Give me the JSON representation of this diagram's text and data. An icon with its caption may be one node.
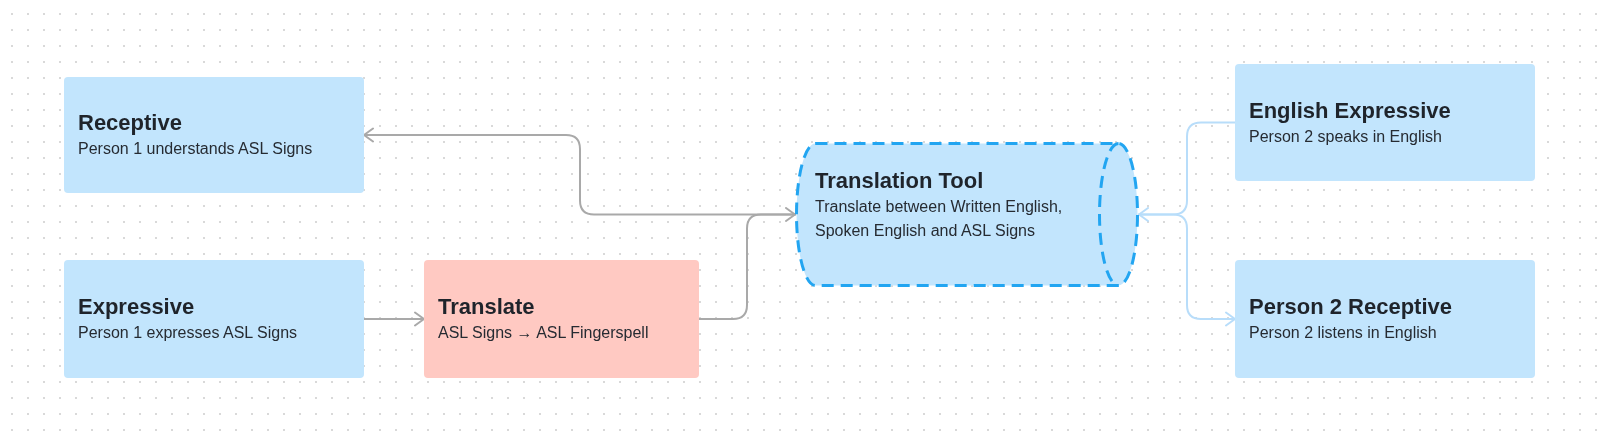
{
  "diagram": {
    "nodes": [
      {
        "text": [
          "Receptive",
          "Person 1 understands ASL Signs"
        ]
      },
      {
        "text": [
          "Expressive",
          "Person 1 expresses ASL Signs"
        ]
      },
      {
        "text": [
          "Translate",
          "ASL Signs → ASL Fingerspell"
        ]
      },
      {
        "text": [
          "Translation Tool",
          "Translate between Written English, Spoken English and ASL Signs"
        ]
      },
      {
        "text": [
          "English Expressive",
          "Person 2 speaks in English"
        ]
      },
      {
        "text": [
          "Person 2 Receptive",
          "Person 2 listens in English"
        ]
      }
    ],
    "edges": [
      {
        "from": 3,
        "to": 0,
        "arrow": "to"
      },
      {
        "from": 1,
        "to": 2,
        "arrow": "to"
      },
      {
        "from": 2,
        "to": 3,
        "arrow": "to"
      },
      {
        "from": 4,
        "to": 3,
        "arrow": "to",
        "color": "#b8ddfa"
      },
      {
        "from": 3,
        "to": 5,
        "arrow": "to",
        "color": "#b8ddfa"
      }
    ]
  }
}
